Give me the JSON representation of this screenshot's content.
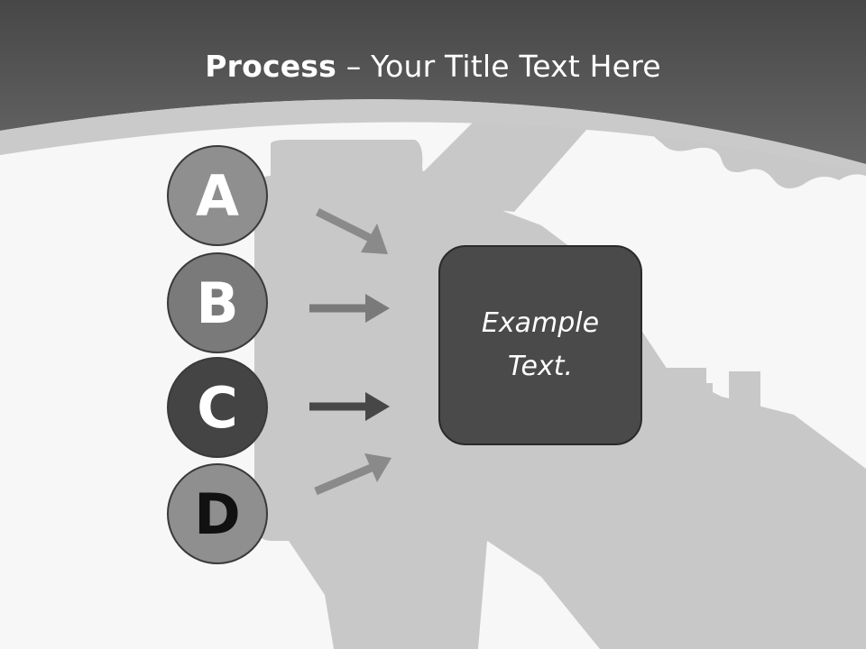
{
  "title": {
    "bold": "Process",
    "dash": " – ",
    "rest": "Your Title Text Here"
  },
  "items": [
    {
      "letter": "A"
    },
    {
      "letter": "B"
    },
    {
      "letter": "C"
    },
    {
      "letter": "D"
    }
  ],
  "box": {
    "line1": "Example",
    "line2": "Text."
  },
  "colors": {
    "header": "#575757",
    "background": "#f7f7f7",
    "silhouette": "#c8c8c8",
    "box": "#4a4a4a"
  }
}
